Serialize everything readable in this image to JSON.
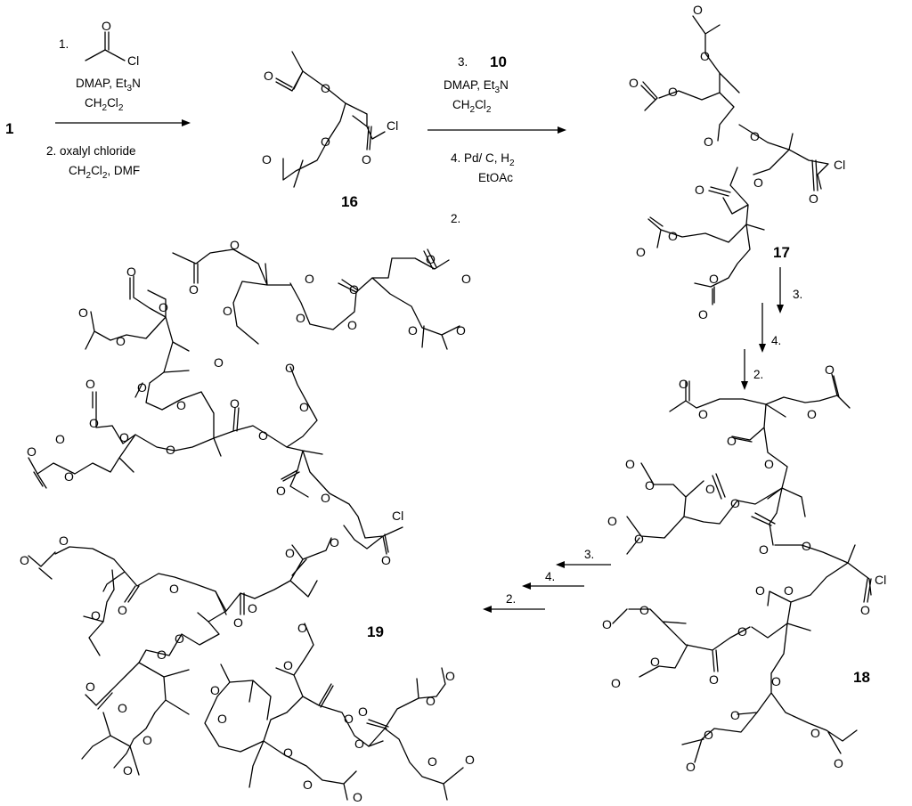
{
  "compounds": {
    "start": "1",
    "c16": "16",
    "c17": "17",
    "c18": "18",
    "c19": "19"
  },
  "atoms": {
    "oxygen": "O",
    "chlorine": "Cl"
  },
  "step1": {
    "label_1": "1.",
    "reagents_1": [
      "DMAP, Et",
      "3",
      "N"
    ],
    "solvent_1": [
      "CH",
      "2",
      "Cl",
      "2"
    ],
    "label_2": "2.  oxalyl chloride",
    "solvent_2": [
      "CH",
      "2",
      "Cl",
      "2",
      ", DMF"
    ]
  },
  "step2": {
    "label_3": "3.",
    "reagent_3": "10",
    "reagents_3": [
      "DMAP, Et",
      "3",
      "N"
    ],
    "solvent_3": [
      "CH",
      "2",
      "Cl",
      "2"
    ],
    "label_4": [
      "4.   Pd/ C, H",
      "2"
    ],
    "solvent_4": "EtOAc",
    "label_2b": "2."
  },
  "step_labels": {
    "s3": "3.",
    "s4": "4.",
    "s2": "2."
  }
}
